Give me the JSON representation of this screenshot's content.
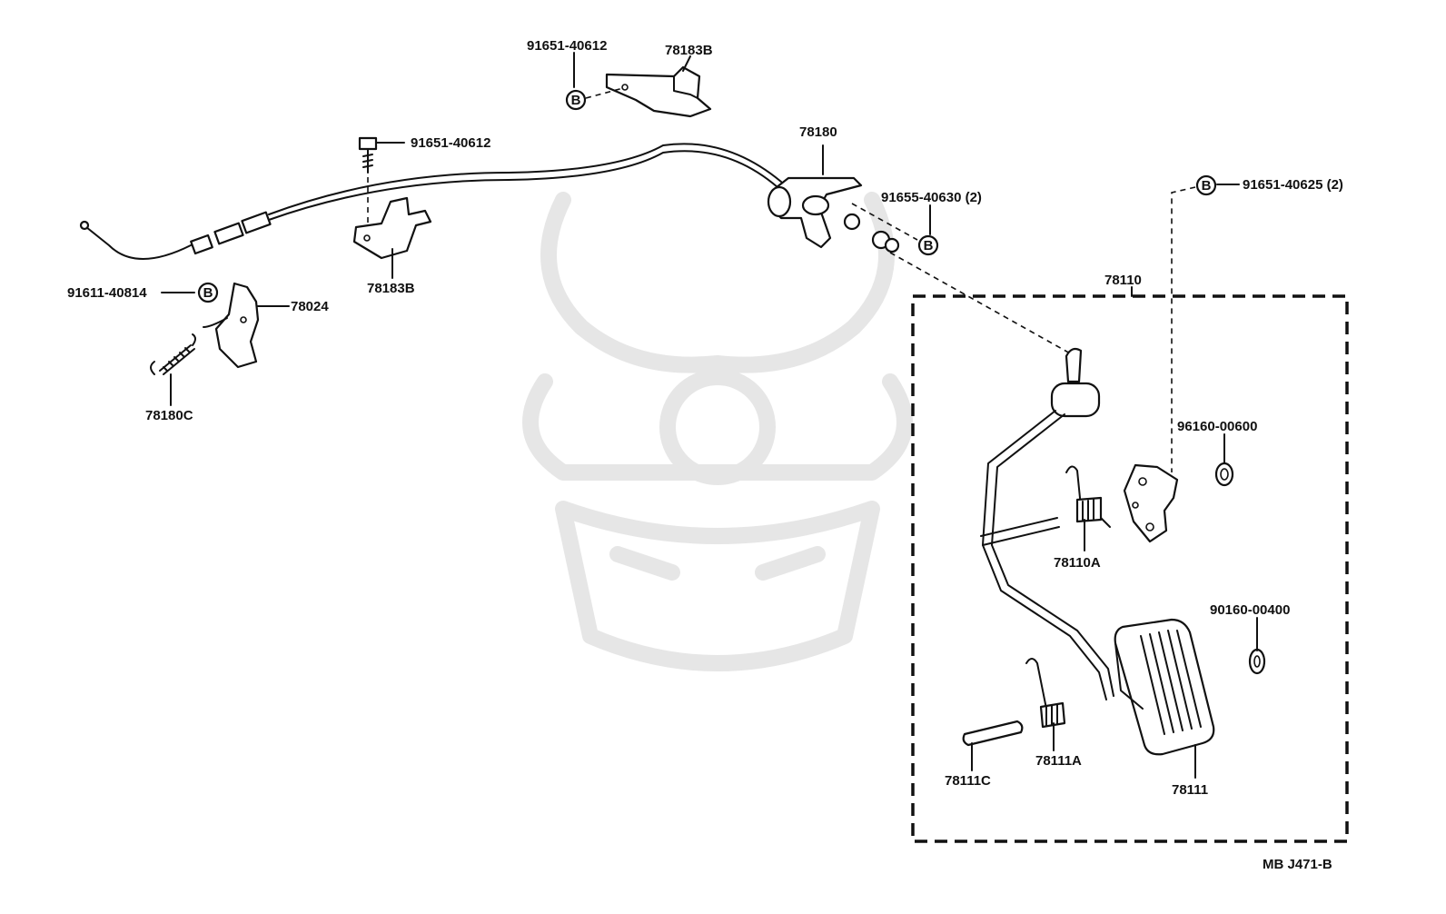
{
  "labels": {
    "p91651_40612_top": "91651-40612",
    "p78183b_top": "78183B",
    "p91651_40612_left": "91651-40612",
    "p78180": "78180",
    "p91655_40630": "91655-40630 (2)",
    "p91651_40625": "91651-40625 (2)",
    "p78183b_left": "78183B",
    "p91611_40814": "91611-40814",
    "p78024": "78024",
    "p78180c": "78180C",
    "p78110": "78110",
    "p96160_00600": "96160-00600",
    "p78110a": "78110A",
    "p90160_00400": "90160-00400",
    "p78111c": "78111C",
    "p78111a": "78111A",
    "p78111": "78111",
    "diagram_code": "MB J471-B"
  },
  "badge_letter": "B",
  "icons": {
    "watermark": "samurai-helmet-watermark"
  }
}
